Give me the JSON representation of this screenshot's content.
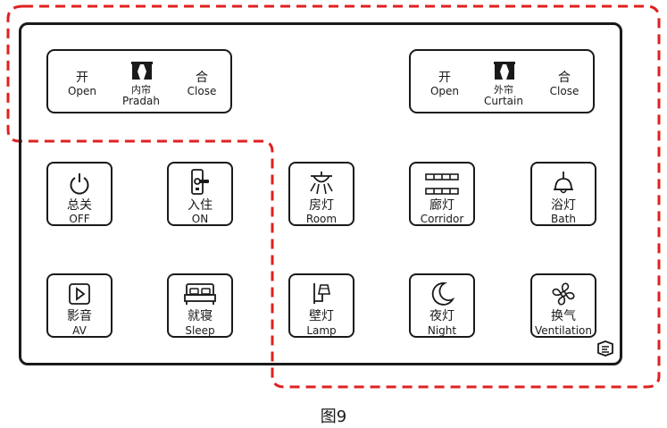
{
  "curtain_inner": {
    "open_cn": "开",
    "open_en": "Open",
    "mid_cn": "内帘",
    "mid_en": "Pradah",
    "close_cn": "合",
    "close_en": "Close"
  },
  "curtain_outer": {
    "open_cn": "开",
    "open_en": "Open",
    "mid_cn": "外帘",
    "mid_en": "Curtain",
    "close_cn": "合",
    "close_en": "Close"
  },
  "buttons": {
    "off": {
      "cn": "总关",
      "en": "OFF",
      "icon": "power-icon"
    },
    "on": {
      "cn": "入住",
      "en": "ON",
      "icon": "card-slot-icon"
    },
    "room": {
      "cn": "房灯",
      "en": "Room",
      "icon": "chandelier-icon"
    },
    "corridor": {
      "cn": "廊灯",
      "en": "Corridor",
      "icon": "strip-light-icon"
    },
    "bath": {
      "cn": "浴灯",
      "en": "Bath",
      "icon": "pendant-lamp-icon"
    },
    "av": {
      "cn": "影音",
      "en": "AV",
      "icon": "play-icon"
    },
    "sleep": {
      "cn": "就寝",
      "en": "Sleep",
      "icon": "bed-icon"
    },
    "lamp": {
      "cn": "壁灯",
      "en": "Lamp",
      "icon": "wall-lamp-icon"
    },
    "night": {
      "cn": "夜灯",
      "en": "Night",
      "icon": "moon-icon"
    },
    "vent": {
      "cn": "换气",
      "en": "Ventilation",
      "icon": "fan-icon"
    }
  },
  "caption": "图9",
  "colors": {
    "outline": "#1a1a1a",
    "dashed_group": "#e02020"
  }
}
